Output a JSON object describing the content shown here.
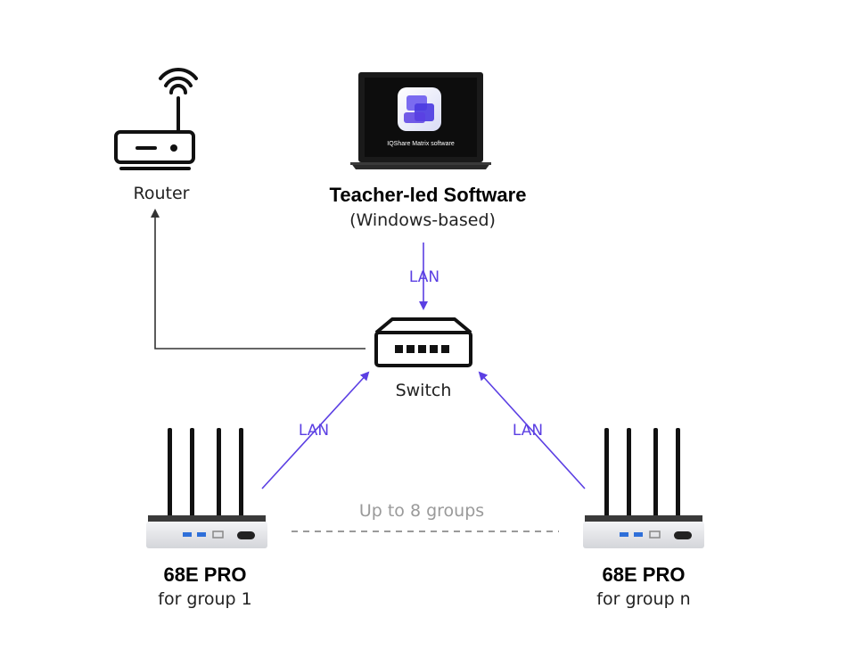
{
  "colors": {
    "accent": "#5b3fe3",
    "line": "#333333",
    "dashed": "#9a9a9a",
    "device_body": "#e7e8ea",
    "laptop": "#1a1a1a"
  },
  "router": {
    "label": "Router",
    "icon": "wifi-router-icon"
  },
  "software": {
    "title": "Teacher-led Software",
    "subtitle": "(Windows-based)",
    "screen_caption": "IQShare Matrix software",
    "icon": "laptop-icon"
  },
  "switch": {
    "label": "Switch",
    "icon": "network-switch-icon"
  },
  "links": {
    "lan_top": "LAN",
    "lan_left": "LAN",
    "lan_right": "LAN"
  },
  "groups_note": "Up to 8 groups",
  "devices": [
    {
      "model": "68E PRO",
      "group": "for group 1"
    },
    {
      "model": "68E PRO",
      "group": "for group n"
    }
  ]
}
